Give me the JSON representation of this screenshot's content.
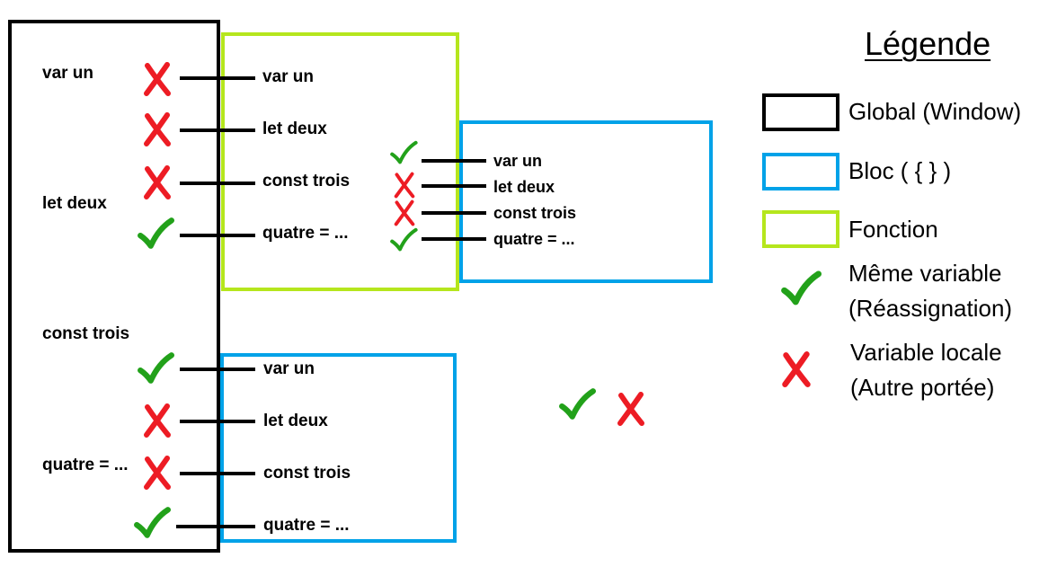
{
  "legend": {
    "title": "Légende",
    "items": [
      {
        "label": "Global (Window)",
        "color": "#000000"
      },
      {
        "label": "Bloc ( { } )",
        "color": "#00a2e8"
      },
      {
        "label": "Fonction",
        "color": "#b5e61d"
      },
      {
        "label": "Même variable (Réassignation)",
        "icon": "check-icon",
        "color": "#22a11a"
      },
      {
        "label": "Variable locale (Autre portée)",
        "icon": "cross-icon",
        "color": "#ed1c24"
      }
    ]
  },
  "global_scope": {
    "variables": [
      "var un",
      "let deux",
      "const trois",
      "quatre = ..."
    ]
  },
  "function_scope": {
    "variables": [
      "var un",
      "let deux",
      "const trois",
      "quatre = ..."
    ]
  },
  "nested_block_scope": {
    "variables": [
      "var un",
      "let deux",
      "const trois",
      "quatre = ..."
    ]
  },
  "bottom_block_scope": {
    "variables": [
      "var un",
      "let deux",
      "const trois",
      "quatre = ..."
    ]
  }
}
